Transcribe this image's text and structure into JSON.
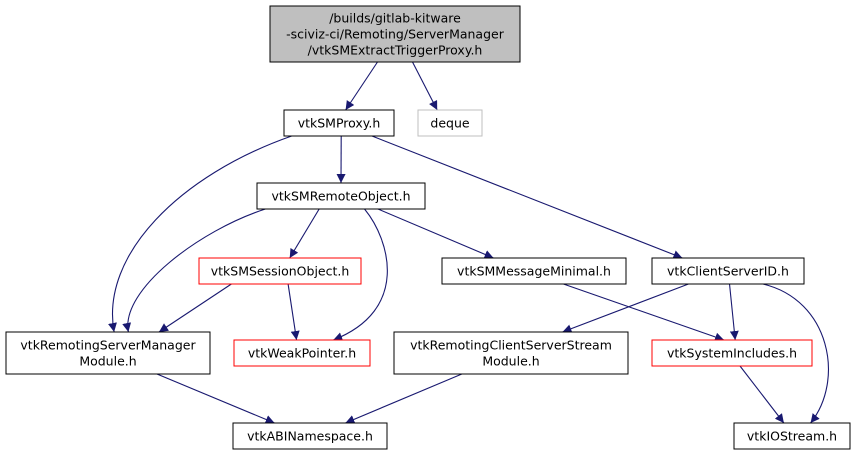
{
  "colors": {
    "edge": "#191970",
    "root_fill": "#bfbfbf",
    "node_border": "#000000",
    "missing_border": "#ff0000",
    "external_border": "#bfbfbf",
    "background": "#ffffff"
  },
  "nodes": {
    "root": {
      "lines": [
        "/builds/gitlab-kitware",
        "-sciviz-ci/Remoting/ServerManager",
        "/vtkSMExtractTriggerProxy.h"
      ],
      "kind": "root"
    },
    "vtkSMProxy": {
      "lines": [
        "vtkSMProxy.h"
      ],
      "kind": "normal"
    },
    "deque": {
      "lines": [
        "deque"
      ],
      "kind": "external"
    },
    "vtkSMRemoteObject": {
      "lines": [
        "vtkSMRemoteObject.h"
      ],
      "kind": "normal"
    },
    "vtkSMSessionObject": {
      "lines": [
        "vtkSMSessionObject.h"
      ],
      "kind": "missing"
    },
    "vtkSMMessageMinimal": {
      "lines": [
        "vtkSMMessageMinimal.h"
      ],
      "kind": "normal"
    },
    "vtkClientServerID": {
      "lines": [
        "vtkClientServerID.h"
      ],
      "kind": "normal"
    },
    "vtkRemotingServerManagerModule": {
      "lines": [
        "vtkRemotingServerManager",
        "Module.h"
      ],
      "kind": "normal"
    },
    "vtkWeakPointer": {
      "lines": [
        "vtkWeakPointer.h"
      ],
      "kind": "missing"
    },
    "vtkRemotingClientServerStreamModule": {
      "lines": [
        "vtkRemotingClientServerStream",
        "Module.h"
      ],
      "kind": "normal"
    },
    "vtkSystemIncludes": {
      "lines": [
        "vtkSystemIncludes.h"
      ],
      "kind": "missing"
    },
    "vtkABINamespace": {
      "lines": [
        "vtkABINamespace.h"
      ],
      "kind": "normal"
    },
    "vtkIOStream": {
      "lines": [
        "vtkIOStream.h"
      ],
      "kind": "normal"
    }
  },
  "edges": [
    [
      "root",
      "vtkSMProxy"
    ],
    [
      "root",
      "deque"
    ],
    [
      "vtkSMProxy",
      "vtkSMRemoteObject"
    ],
    [
      "vtkSMProxy",
      "vtkRemotingServerManagerModule"
    ],
    [
      "vtkSMProxy",
      "vtkClientServerID"
    ],
    [
      "vtkSMRemoteObject",
      "vtkSMSessionObject"
    ],
    [
      "vtkSMRemoteObject",
      "vtkSMMessageMinimal"
    ],
    [
      "vtkSMRemoteObject",
      "vtkWeakPointer"
    ],
    [
      "vtkSMRemoteObject",
      "vtkRemotingServerManagerModule"
    ],
    [
      "vtkSMSessionObject",
      "vtkRemotingServerManagerModule"
    ],
    [
      "vtkSMSessionObject",
      "vtkWeakPointer"
    ],
    [
      "vtkSMMessageMinimal",
      "vtkSystemIncludes"
    ],
    [
      "vtkClientServerID",
      "vtkRemotingClientServerStreamModule"
    ],
    [
      "vtkClientServerID",
      "vtkSystemIncludes"
    ],
    [
      "vtkClientServerID",
      "vtkIOStream"
    ],
    [
      "vtkRemotingServerManagerModule",
      "vtkABINamespace"
    ],
    [
      "vtkRemotingClientServerStreamModule",
      "vtkABINamespace"
    ],
    [
      "vtkSystemIncludes",
      "vtkIOStream"
    ]
  ]
}
